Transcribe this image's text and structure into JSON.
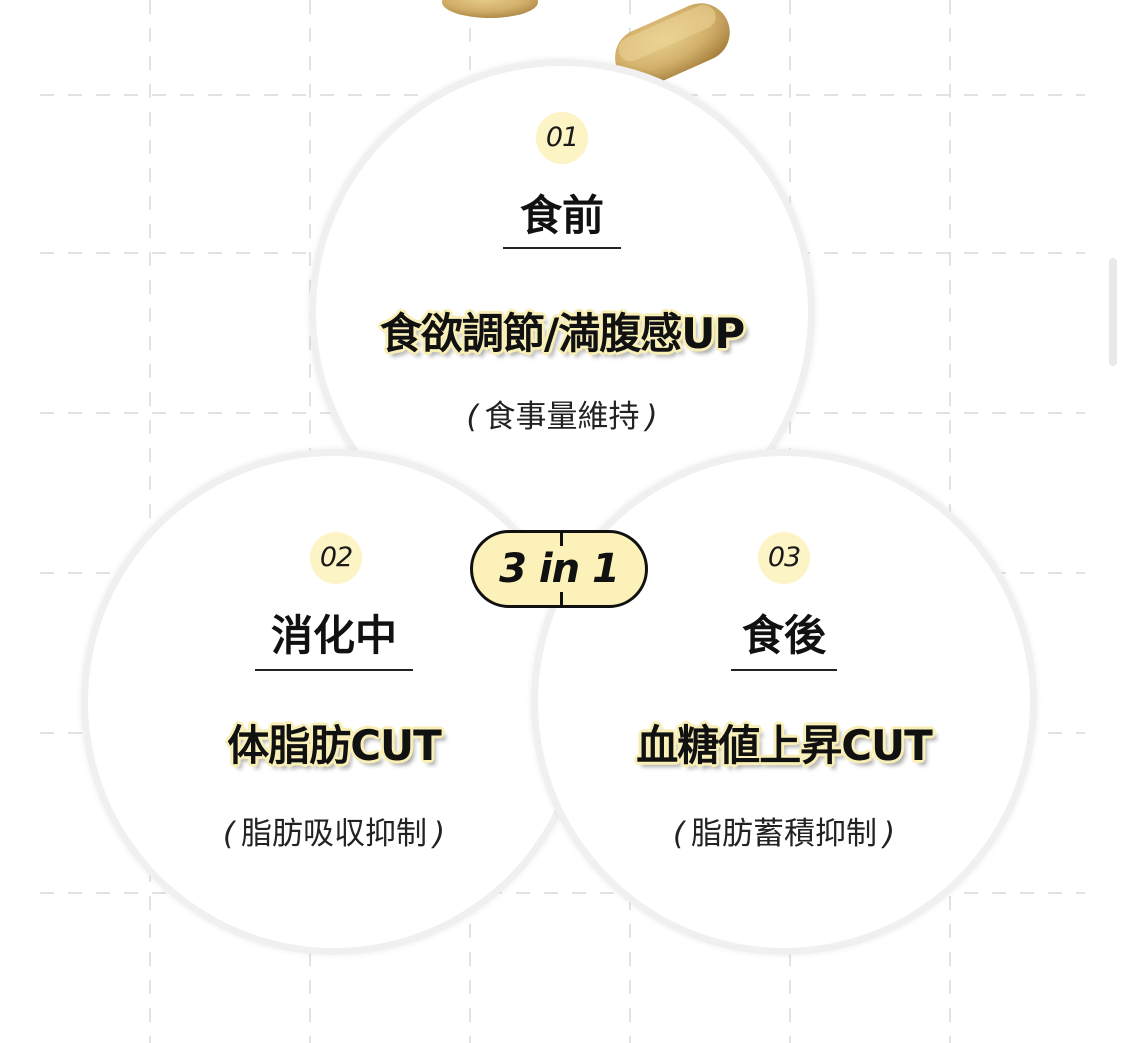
{
  "colors": {
    "grid_line": "#d9d9d9",
    "badge_fill": "#fcf4c4",
    "highlight": "#f8eeb3",
    "text": "#111111"
  },
  "center_badge": {
    "label": "3 in 1"
  },
  "steps": [
    {
      "number": "01",
      "timing": "食前",
      "effect": "食欲調節/満腹感UP",
      "detail": "食事量維持"
    },
    {
      "number": "02",
      "timing": "消化中",
      "effect": "体脂肪CUT",
      "detail": "脂肪吸収抑制"
    },
    {
      "number": "03",
      "timing": "食後",
      "effect": "血糖値上昇CUT",
      "detail": "脂肪蓄積抑制"
    }
  ],
  "parens": {
    "open": "(",
    "close": ")"
  }
}
